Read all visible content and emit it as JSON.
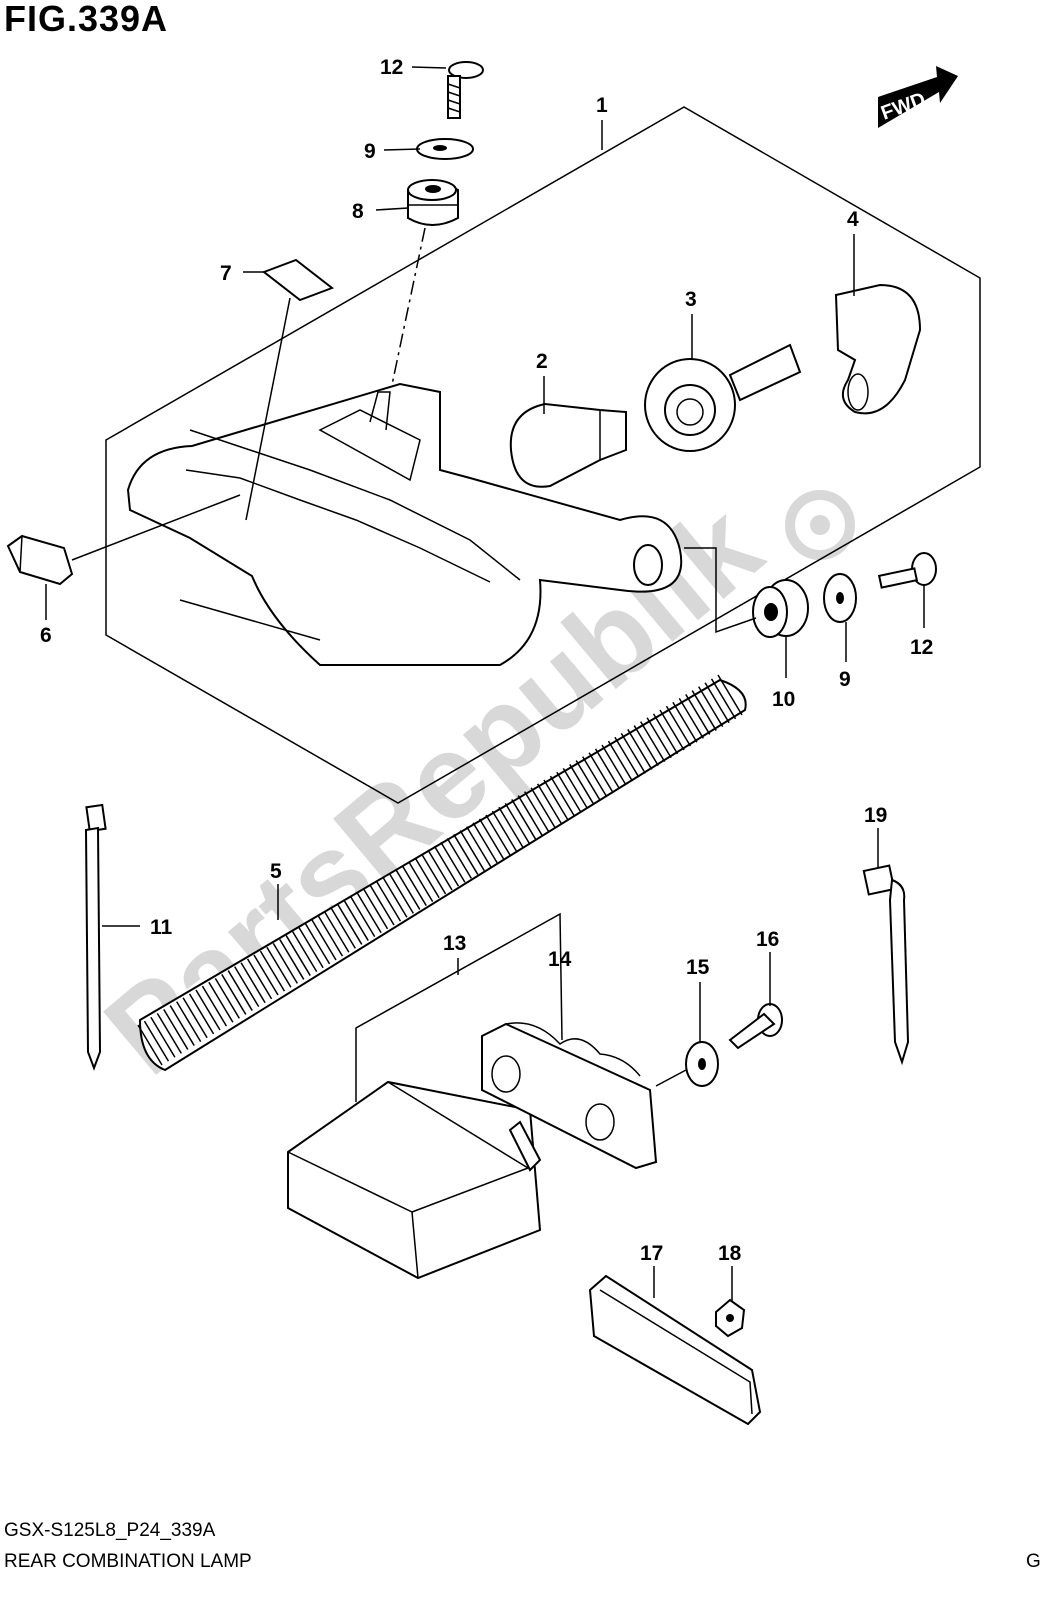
{
  "figure": {
    "title": "FIG.339A"
  },
  "footer": {
    "code": "GSX-S125L8_P24_339A",
    "name": "REAR COMBINATION LAMP",
    "letter": "G"
  },
  "direction_badge": {
    "label": "FWD"
  },
  "watermark": {
    "text": "PartsRepublik",
    "color": "#d8d8d8"
  },
  "callouts": {
    "c1": "1",
    "c2": "2",
    "c3": "3",
    "c4": "4",
    "c5": "5",
    "c6": "6",
    "c7": "7",
    "c8": "8",
    "c9a": "9",
    "c9b": "9",
    "c10": "10",
    "c11": "11",
    "c12a": "12",
    "c12b": "12",
    "c13": "13",
    "c14": "14",
    "c15": "15",
    "c16": "16",
    "c17": "17",
    "c18": "18",
    "c19": "19"
  },
  "icons": [
    "gear-icon",
    "arrow-icon"
  ]
}
